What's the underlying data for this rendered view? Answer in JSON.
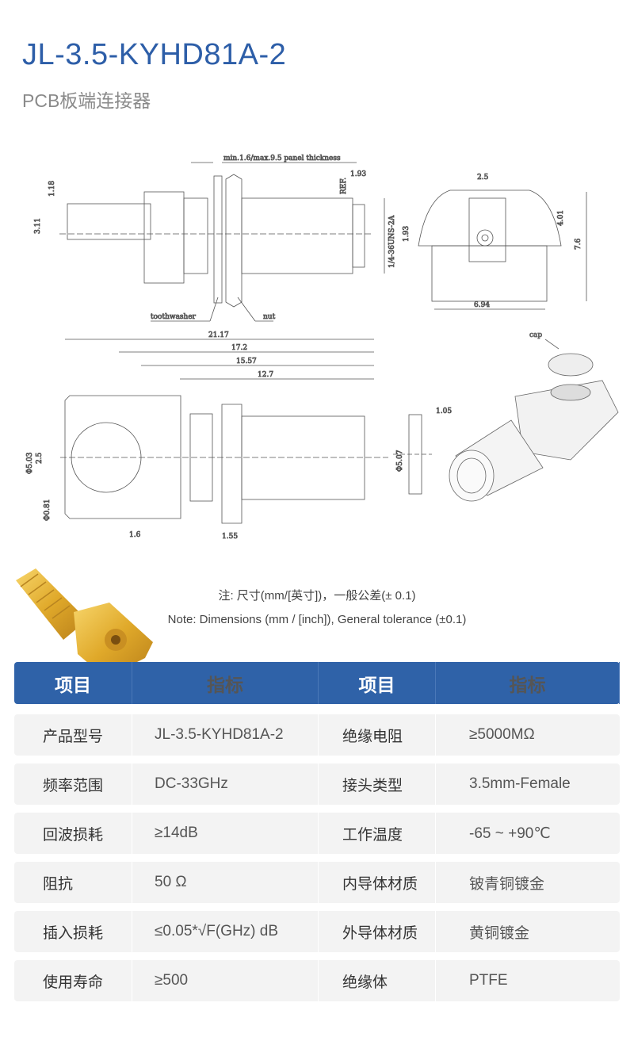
{
  "header": {
    "title": "JL-3.5-KYHD81A-2",
    "subtitle": "PCB板端连接器"
  },
  "drawing": {
    "side_view": {
      "panel": "min.1.6/max.9.5 panel thickness",
      "d1_18": "1.18",
      "d3_11": "3.11",
      "d1_93a": "1.93",
      "ref": "REF.",
      "thread": "1/4-36UNS-2A",
      "washer": "toothwasher",
      "nut": "nut"
    },
    "front_view": {
      "d2_5": "2.5",
      "d1_93": "1.93",
      "d4_01": "4.01",
      "d7_6": "7.6",
      "d6_94": "6.94"
    },
    "top_view": {
      "d21_17": "21.17",
      "d17_2": "17.2",
      "d15_57": "15.57",
      "d12_7": "12.7",
      "phi5_03": "Φ5.03",
      "d2_5": "2.5",
      "phi0_81": "Φ0.81",
      "d1_6": "1.6",
      "d1_55": "1.55"
    },
    "cap_view": {
      "d1_05": "1.05",
      "phi5_07": "Φ5.07"
    },
    "render": {
      "cap": "cap"
    }
  },
  "notes": {
    "cn": "注: 尺寸(mm/[英寸])，一般公差(± 0.1)",
    "en": "Note: Dimensions (mm / [inch]), General tolerance (±0.1)"
  },
  "table": {
    "headers": [
      "项目",
      "指标",
      "项目",
      "指标"
    ],
    "rows": [
      [
        "产品型号",
        "JL-3.5-KYHD81A-2",
        "绝缘电阻",
        "≥5000MΩ"
      ],
      [
        "频率范围",
        "DC-33GHz",
        "接头类型",
        "3.5mm-Female"
      ],
      [
        "回波损耗",
        "≥14dB",
        "工作温度",
        "-65 ~ +90℃"
      ],
      [
        "阻抗",
        "50 Ω",
        "内导体材质",
        "铍青铜镀金"
      ],
      [
        "插入损耗",
        "≤0.05*√F(GHz) dB",
        "外导体材质",
        "黄铜镀金"
      ],
      [
        "使用寿命",
        "≥500",
        "绝缘体",
        "PTFE"
      ]
    ]
  },
  "colors": {
    "accent": "#2f62a8",
    "row_bg": "#f3f3f3",
    "gold": "#e2b23a"
  }
}
